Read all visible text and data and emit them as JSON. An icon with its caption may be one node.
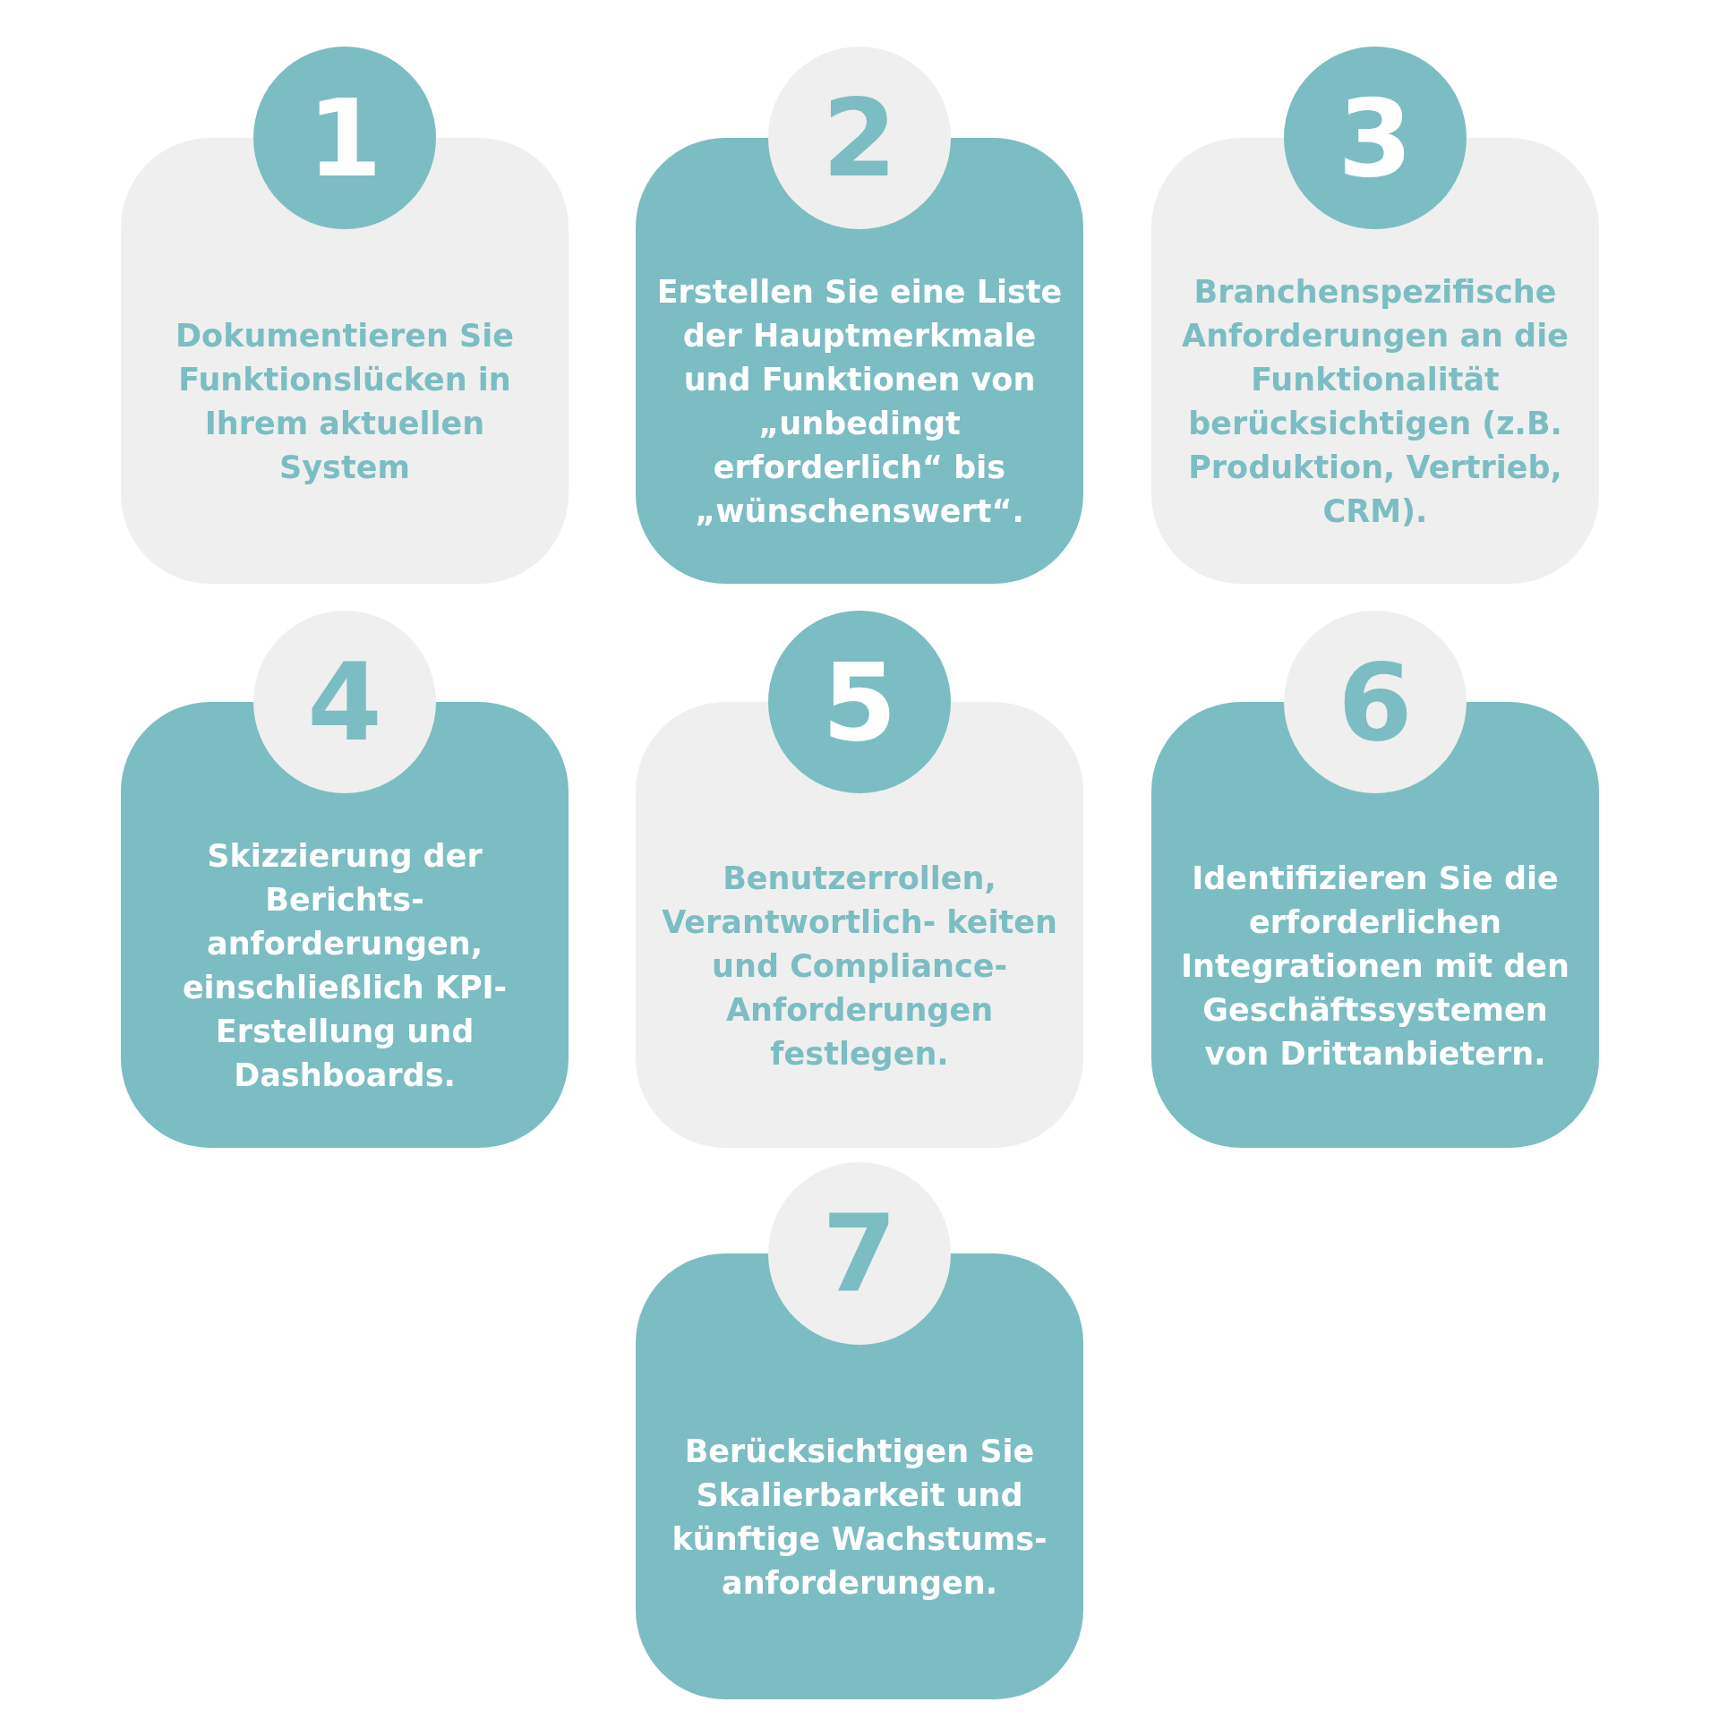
{
  "diagram": {
    "nodes": [
      {
        "text": [
          "1"
        ]
      },
      {
        "text": [
          "Dokumentieren Sie Funktionslücken in Ihrem aktuellen System"
        ]
      },
      {
        "text": [
          "2"
        ]
      },
      {
        "text": [
          "Erstellen Sie eine Liste der Hauptmerkmale und Funktionen von „unbedingt erforderlich“ bis „wünschenswert“."
        ]
      },
      {
        "text": [
          "3"
        ]
      },
      {
        "text": [
          "Branchenspezifische Anforderungen an die Funktionalität berücksichtigen (z.B. Produktion, Vertrieb, CRM)."
        ]
      },
      {
        "text": [
          "4"
        ]
      },
      {
        "text": [
          "Skizzierung der Berichts- anforderungen, einschließlich KPI-Erstellung und Dashboards."
        ]
      },
      {
        "text": [
          "5"
        ]
      },
      {
        "text": [
          "Benutzerrollen, Verantwortlich- keiten und Compliance- Anforderungen festlegen."
        ]
      },
      {
        "text": [
          "6"
        ]
      },
      {
        "text": [
          "Identifizieren Sie die erforderlichen Integrationen mit den Geschäftssystemen von Drittanbietern."
        ]
      },
      {
        "text": [
          "7"
        ]
      },
      {
        "text": [
          "Berücksichtigen Sie Skalierbarkeit und künftige Wachstums- anforderungen."
        ]
      }
    ]
  }
}
